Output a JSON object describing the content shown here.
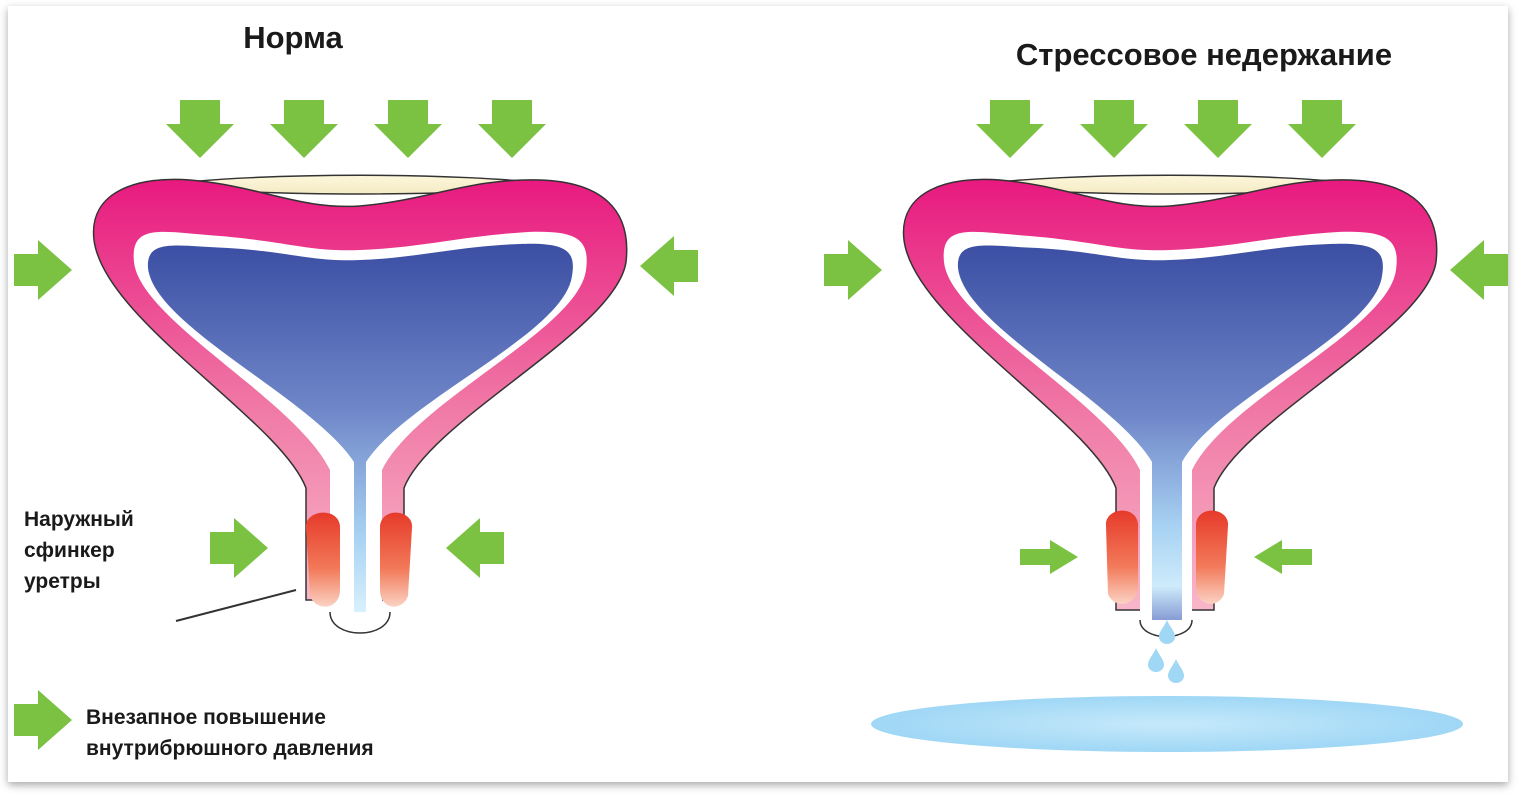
{
  "panels": {
    "normal": {
      "title": "Норма"
    },
    "stress": {
      "title": "Стрессовое недержание"
    }
  },
  "sphincter_label": {
    "line1": "Наружный",
    "line2": "сфинкер",
    "line3": "уретры"
  },
  "legend": {
    "line1": "Внезапное повышение",
    "line2": "внутрибрюшного давления"
  },
  "colors": {
    "arrow": "#7bc142",
    "wall_top": "#e8197f",
    "wall_bottom": "#f6a7bf",
    "bladder_top": "#3b4ea3",
    "bladder_bottom": "#bfe6fb",
    "sphincter": "#e8402e",
    "urine": "#9fd7f5"
  },
  "icons": [
    "pressure-arrow-icon",
    "urine-drop-icon"
  ]
}
